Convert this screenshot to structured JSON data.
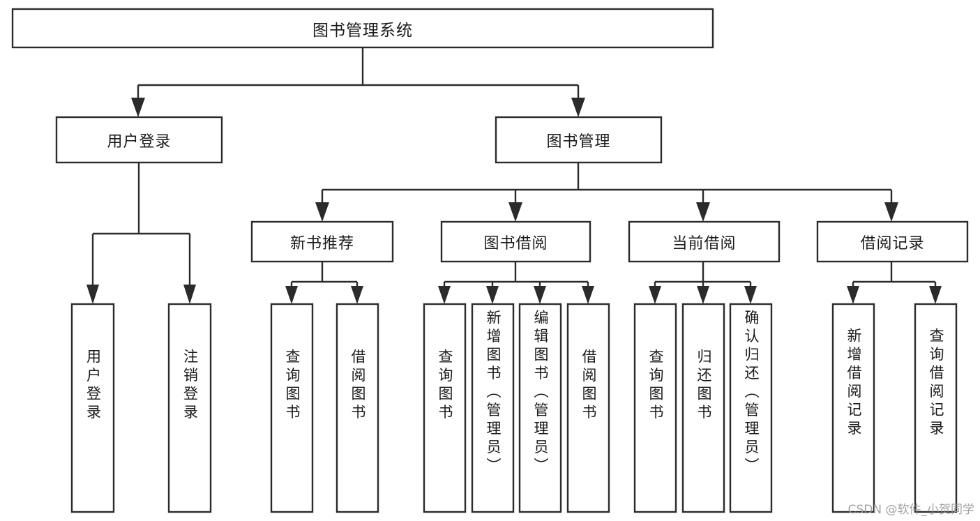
{
  "diagram": {
    "type": "tree-hierarchy-flowchart",
    "title": "图书管理系统",
    "orientation": "top-down",
    "watermark": "CSDN @软件_小贺同学",
    "colors": {
      "box_fill": "#ffffff",
      "box_stroke": "#2b2b2b",
      "text": "#1a1a1a",
      "background": "#ffffff",
      "watermark": "#9a9a9a"
    },
    "levels": {
      "root": "图书管理系统",
      "level2": [
        "用户登录",
        "图书管理"
      ],
      "level3": [
        "新书推荐",
        "图书借阅",
        "当前借阅",
        "借阅记录"
      ],
      "level4_counts": [
        2,
        2,
        4,
        3,
        2
      ]
    },
    "nodes": {
      "root": {
        "id": "root",
        "label": "图书管理系统"
      },
      "user_login": {
        "id": "user-login",
        "label": "用户登录"
      },
      "book_manage": {
        "id": "book-manage",
        "label": "图书管理"
      },
      "new_book_rec": {
        "id": "new-book-recommend",
        "label": "新书推荐"
      },
      "book_borrow": {
        "id": "book-borrow",
        "label": "图书借阅"
      },
      "current_borrow": {
        "id": "current-borrow",
        "label": "当前借阅"
      },
      "borrow_record": {
        "id": "borrow-record",
        "label": "借阅记录"
      }
    },
    "leaves": {
      "user_login": [
        {
          "id": "leaf-user-login",
          "label": "用户登录"
        },
        {
          "id": "leaf-logout-login",
          "label": "注销登录"
        }
      ],
      "new_book_rec": [
        {
          "id": "leaf-query-book-1",
          "label": "查询图书"
        },
        {
          "id": "leaf-borrow-book-1",
          "label": "借阅图书"
        }
      ],
      "book_borrow": [
        {
          "id": "leaf-query-book-2",
          "label": "查询图书"
        },
        {
          "id": "leaf-add-book-admin",
          "label": "新增图书（管理员）"
        },
        {
          "id": "leaf-edit-book-admin",
          "label": "编辑图书（管理员）"
        },
        {
          "id": "leaf-borrow-book-2",
          "label": "借阅图书"
        }
      ],
      "current_borrow": [
        {
          "id": "leaf-query-book-3",
          "label": "查询图书"
        },
        {
          "id": "leaf-return-book",
          "label": "归还图书"
        },
        {
          "id": "leaf-confirm-return-admin",
          "label": "确认归还（管理员）"
        }
      ],
      "borrow_record": [
        {
          "id": "leaf-add-borrow-record",
          "label": "新增借阅记录"
        },
        {
          "id": "leaf-query-borrow-record",
          "label": "查询借阅记录"
        }
      ]
    }
  }
}
